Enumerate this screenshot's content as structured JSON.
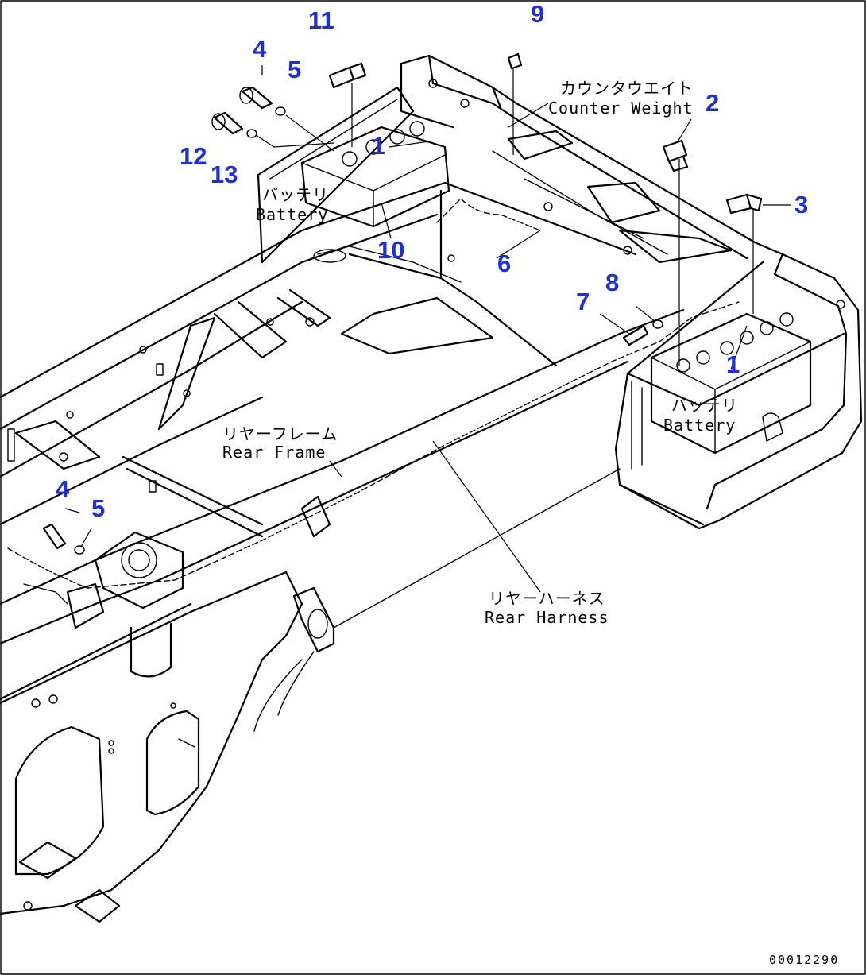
{
  "labels": {
    "counter_weight_jp": "カウンタウエイト",
    "counter_weight_en": "Counter Weight",
    "battery_left_jp": "バッテリ",
    "battery_left_en": "Battery",
    "battery_right_jp": "バッテリ",
    "battery_right_en": "Battery",
    "rear_frame_jp": "リヤーフレーム",
    "rear_frame_en": "Rear Frame",
    "rear_harness_jp": "リヤーハーネス",
    "rear_harness_en": "Rear Harness"
  },
  "callouts": {
    "c1_left": "1",
    "c1_right": "1",
    "c2": "2",
    "c3": "3",
    "c4_top": "4",
    "c4_bottom": "4",
    "c5_top": "5",
    "c5_bottom": "5",
    "c6": "6",
    "c7": "7",
    "c8": "8",
    "c9": "9",
    "c10": "10",
    "c11": "11",
    "c12": "12",
    "c13": "13"
  },
  "drawing_number": "00012290",
  "colors": {
    "callout": "#1f2fd6",
    "line": "#000000",
    "background": "#ffffff"
  }
}
